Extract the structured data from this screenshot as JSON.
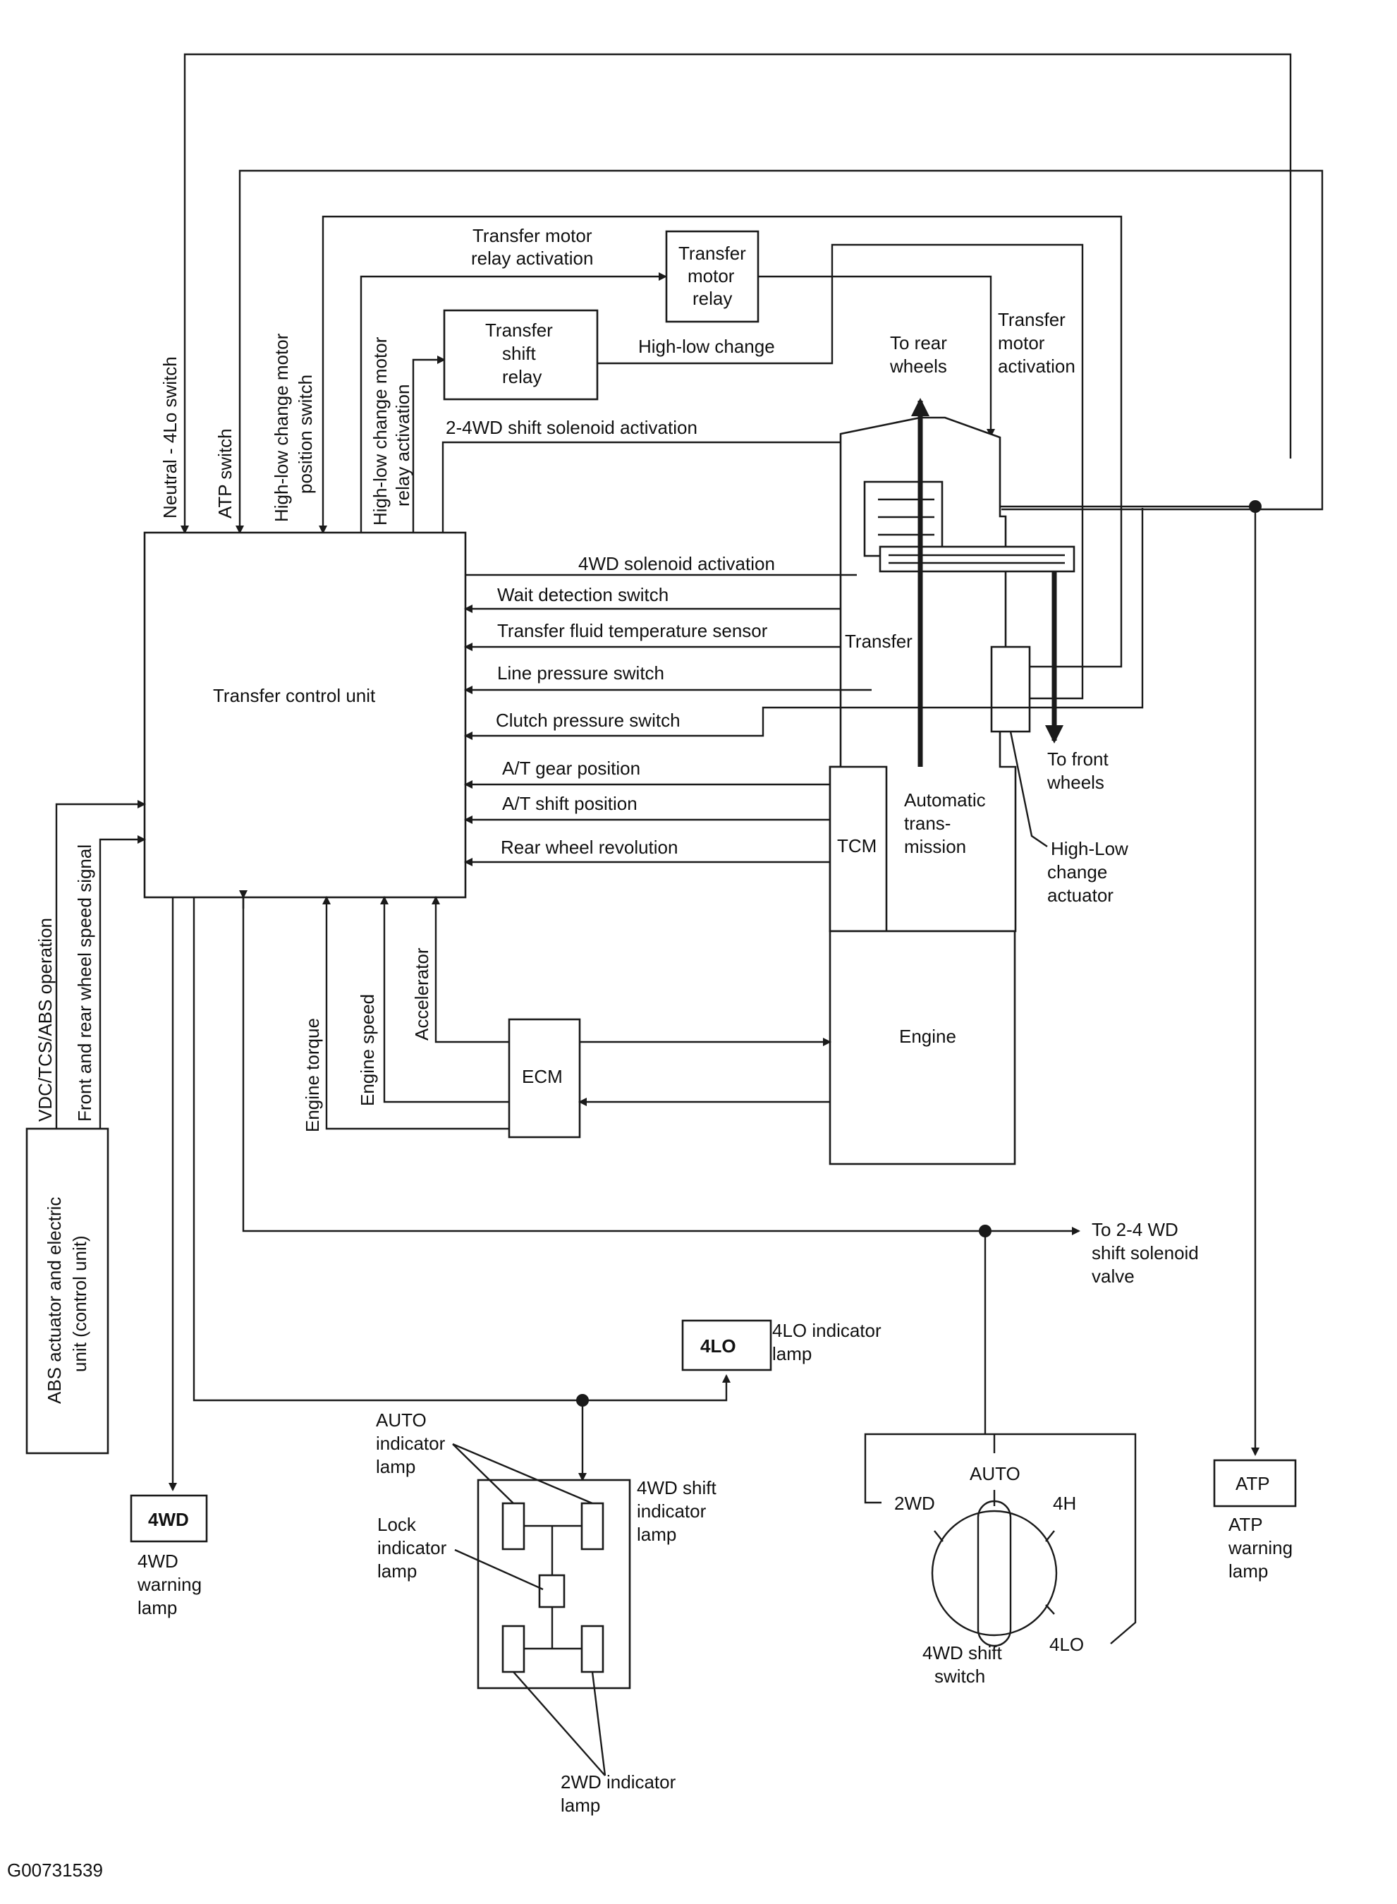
{
  "labels": {
    "neutral_4lo_switch": "Neutral - 4Lo switch",
    "atp_switch": "ATP switch",
    "high_low_pos_1": "High-low change motor",
    "high_low_pos_2": "position switch",
    "high_low_relay_1": "High-low change motor",
    "high_low_relay_2": "relay activation",
    "transfer_motor_relay_act_1": "Transfer motor",
    "transfer_motor_relay_act_2": "relay activation",
    "transfer_motor_relay_1": "Transfer",
    "transfer_motor_relay_2": "motor",
    "transfer_motor_relay_3": "relay",
    "transfer_shift_relay_1": "Transfer",
    "transfer_shift_relay_2": "shift",
    "transfer_shift_relay_3": "relay",
    "high_low_change": "High-low change",
    "to_rear_wheels_1": "To rear",
    "to_rear_wheels_2": "wheels",
    "transfer_motor_act_1": "Transfer",
    "transfer_motor_act_2": "motor",
    "transfer_motor_act_3": "activation",
    "shift_solenoid_act": "2-4WD shift solenoid activation",
    "tcu": "Transfer control unit",
    "wd4_solenoid_act": "4WD solenoid activation",
    "wait_detection": "Wait detection switch",
    "fluid_temp": "Transfer fluid temperature sensor",
    "line_pressure": "Line pressure switch",
    "clutch_pressure": "Clutch pressure switch",
    "at_gear": "A/T gear position",
    "at_shift": "A/T shift position",
    "rear_wheel_rev": "Rear wheel revolution",
    "transfer": "Transfer",
    "tcm": "TCM",
    "auto_trans_1": "Automatic",
    "auto_trans_2": "trans-",
    "auto_trans_3": "mission",
    "to_front_wheels_1": "To front",
    "to_front_wheels_2": "wheels",
    "hl_actuator_1": "High-Low",
    "hl_actuator_2": "change",
    "hl_actuator_3": "actuator",
    "engine": "Engine",
    "ecm": "ECM",
    "engine_torque": "Engine torque",
    "engine_speed": "Engine speed",
    "accelerator": "Accelerator",
    "vdc_tcs_abs": "VDC/TCS/ABS operation",
    "wheel_speed": "Front and rear wheel speed signal",
    "abs_unit_1": "ABS actuator and electric",
    "abs_unit_2": "unit (control unit)",
    "to_24wd_1": "To 2-4 WD",
    "to_24wd_2": "shift solenoid",
    "to_24wd_3": "valve",
    "lamp_4lo_box": "4LO",
    "lamp_4lo_1": "4LO indicator",
    "lamp_4lo_2": "lamp",
    "auto_ind_1": "AUTO",
    "auto_ind_2": "indicator",
    "auto_ind_3": "lamp",
    "shift_ind_1": "4WD shift",
    "shift_ind_2": "indicator",
    "shift_ind_3": "lamp",
    "lock_ind_1": "Lock",
    "lock_ind_2": "indicator",
    "lock_ind_3": "lamp",
    "wd2_ind_1": "2WD indicator",
    "wd2_ind_2": "lamp",
    "lamp_4wd_box": "4WD",
    "lamp_4wd_1": "4WD",
    "lamp_4wd_2": "warning",
    "lamp_4wd_3": "lamp",
    "sw_auto": "AUTO",
    "sw_2wd": "2WD",
    "sw_4h": "4H",
    "sw_4lo": "4LO",
    "sw_1": "4WD shift",
    "sw_2": "switch",
    "atp_box": "ATP",
    "atp_lamp_1": "ATP",
    "atp_lamp_2": "warning",
    "atp_lamp_3": "lamp",
    "figure_id": "G00731539"
  }
}
